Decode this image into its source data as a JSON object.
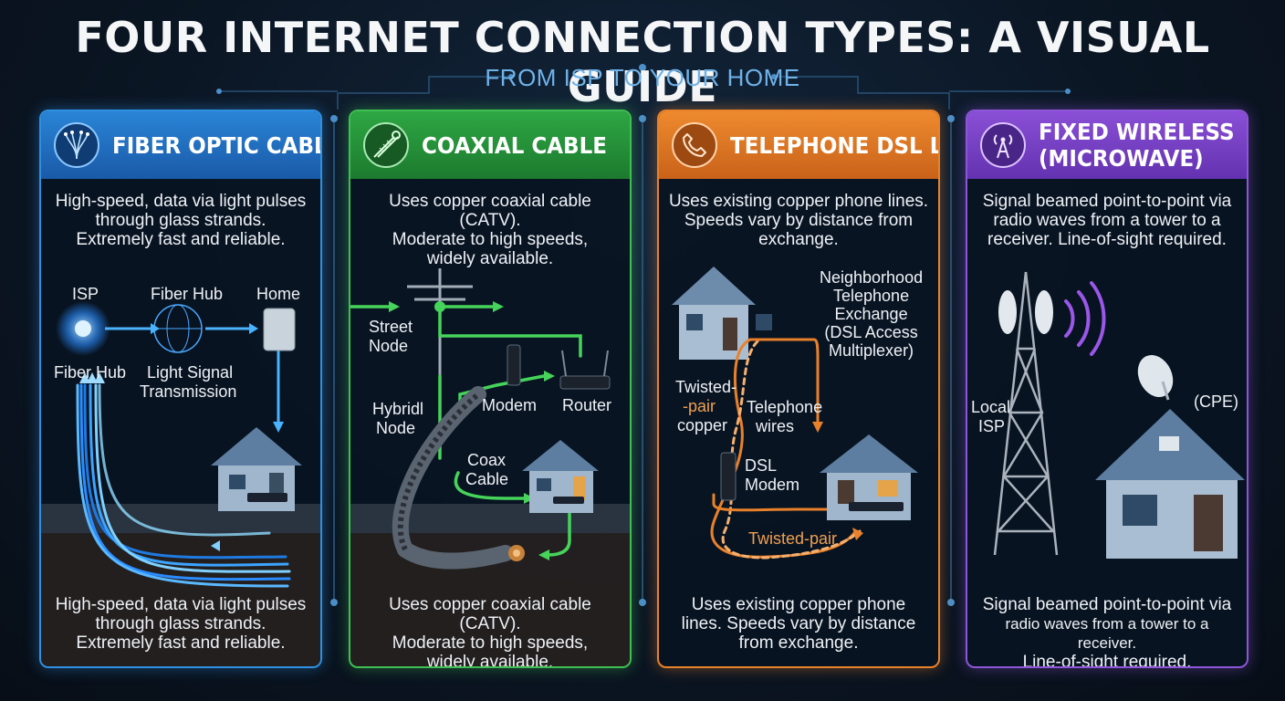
{
  "title": "FOUR INTERNET CONNECTION TYPES: A VISUAL GUIDE",
  "subtitle": "FROM ISP TO YOUR HOME",
  "colors": {
    "fiber": "#2f8fe0",
    "coax": "#3fbf52",
    "dsl": "#e9812a",
    "wireless": "#8d55d8",
    "background": "#0b1522"
  },
  "panels": {
    "fiber": {
      "title": "FIBER OPTIC CABLE",
      "icon": "fiber-strands-icon",
      "desc_top": [
        "High-speed, data via light pulses",
        "through glass strands.",
        "Extremely fast and reliable."
      ],
      "labels": {
        "isp": "ISP",
        "hub_top": "Fiber Hub",
        "home": "Home",
        "hub_left": "Fiber Hub",
        "light_1": "Light Signal",
        "light_2": "Transmission"
      },
      "desc_bottom": [
        "High-speed, data via light pulses",
        "through glass strands.",
        "Extremely fast and reliable."
      ]
    },
    "coax": {
      "title": "COAXIAL CABLE",
      "icon": "coax-cable-icon",
      "desc_top": [
        "Uses copper coaxial cable (CATV).",
        "Moderate to high speeds,",
        "widely available."
      ],
      "labels": {
        "street_1": "Street",
        "street_2": "Node",
        "modem": "Modem",
        "router": "Router",
        "hybrid_1": "Hybridl",
        "hybrid_2": "Node",
        "coax_1": "Coax",
        "coax_2": "Cable"
      },
      "desc_bottom": [
        "Uses copper coaxial cable (CATV).",
        "Moderate to high speeds,",
        "widely available."
      ]
    },
    "dsl": {
      "title": "TELEPHONE DSL LINE",
      "icon": "phone-icon",
      "desc_top": [
        "Uses existing copper phone lines.",
        "Speeds vary by distance from",
        "exchange."
      ],
      "labels": {
        "exchange": [
          "Neighborhood",
          "Telephone",
          "Exchange",
          "(DSL Access",
          "Multiplexer)"
        ],
        "twisted_1": "Twisted-",
        "twisted_2": "-pair",
        "twisted_3": "copper",
        "tel_1": "Telephone",
        "tel_2": "wires",
        "dsl_1": "DSL",
        "dsl_2": "Modem",
        "twisted_pair": "Twisted-pair"
      },
      "desc_bottom": [
        "Uses existing copper phone",
        "lines. Speeds vary by distance",
        "from exchange."
      ]
    },
    "wireless": {
      "title_1": "FIXED WIRELESS",
      "title_2": "(MICROWAVE)",
      "icon": "radio-tower-icon",
      "desc_top": [
        "Signal beamed point-to-point via",
        "radio waves from a tower to a",
        "receiver. Line-of-sight required."
      ],
      "labels": {
        "local": "Local",
        "isp": "ISP",
        "cpe": "(CPE)"
      },
      "desc_bottom": [
        "Signal beamed point-to-point via",
        "radio waves from a tower to a receiver.",
        "Line-of-sight required."
      ]
    }
  }
}
